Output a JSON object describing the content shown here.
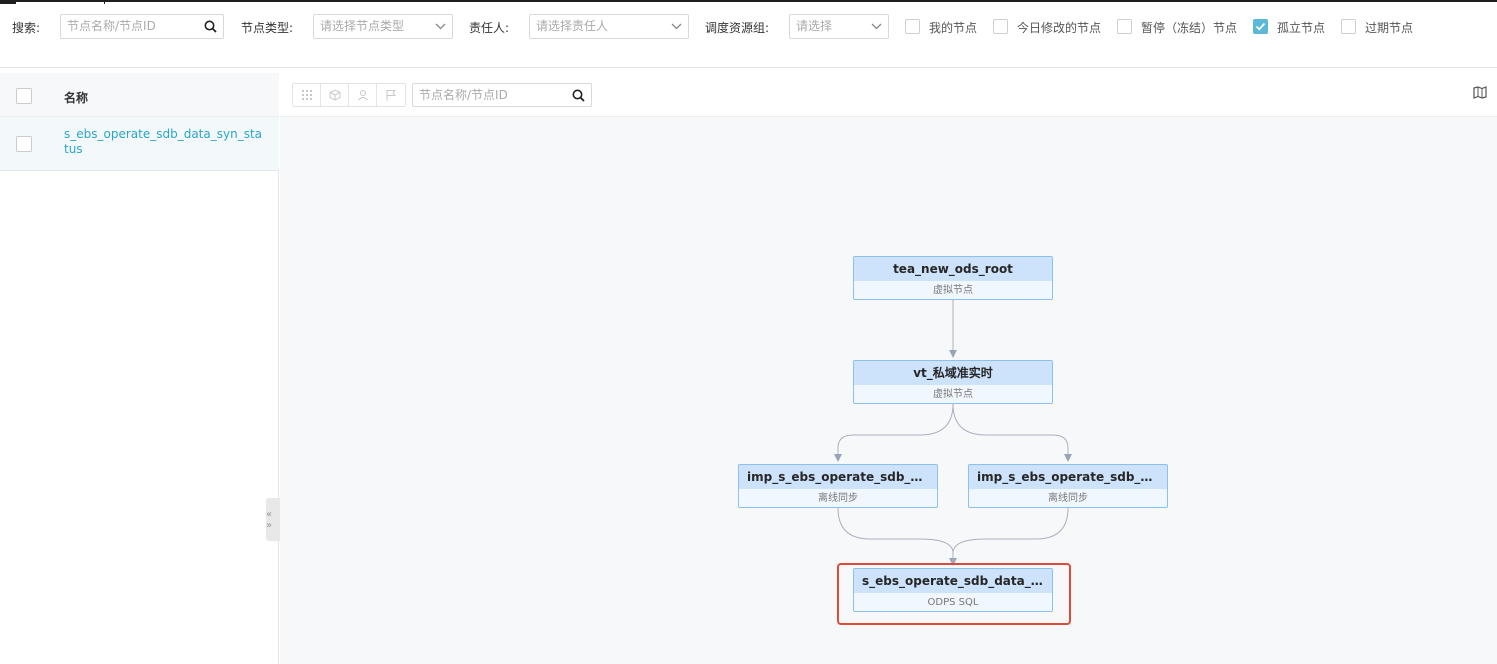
{
  "filters": {
    "search_label": "搜索:",
    "search_placeholder": "节点名称/节点ID",
    "node_type_label": "节点类型:",
    "node_type_placeholder": "请选择节点类型",
    "owner_label": "责任人:",
    "owner_placeholder": "请选择责任人",
    "resource_group_label": "调度资源组:",
    "resource_group_placeholder": "请选择",
    "checkboxes": [
      {
        "label": "我的节点",
        "checked": false
      },
      {
        "label": "今日修改的节点",
        "checked": false
      },
      {
        "label": "暂停（冻结）节点",
        "checked": false
      },
      {
        "label": "孤立节点",
        "checked": true
      },
      {
        "label": "过期节点",
        "checked": false
      }
    ]
  },
  "left_panel": {
    "header_name": "名称",
    "rows": [
      {
        "name": "s_ebs_operate_sdb_data_syn_status",
        "checked": false
      }
    ],
    "collapse_label": "« »"
  },
  "canvas": {
    "search_placeholder": "节点名称/节点ID",
    "nodes": [
      {
        "id": "n1",
        "title": "tea_new_ods_root",
        "subtitle": "虚拟节点"
      },
      {
        "id": "n2",
        "title": "vt_私域准实时",
        "subtitle": "虚拟节点"
      },
      {
        "id": "n3",
        "title": "imp_s_ebs_operate_sdb_ord...",
        "subtitle": "离线同步"
      },
      {
        "id": "n4",
        "title": "imp_s_ebs_operate_sdb_ord...",
        "subtitle": "离线同步"
      },
      {
        "id": "n5",
        "title": "s_ebs_operate_sdb_data_sy...",
        "subtitle": "ODPS SQL",
        "highlighted": true
      }
    ]
  },
  "colors": {
    "accent": "#2aa7c7",
    "checkbox_checked": "#5bb8d6",
    "node_border": "#8cc0ee",
    "node_header": "#cde2fb",
    "highlight": "#e04a3a"
  }
}
